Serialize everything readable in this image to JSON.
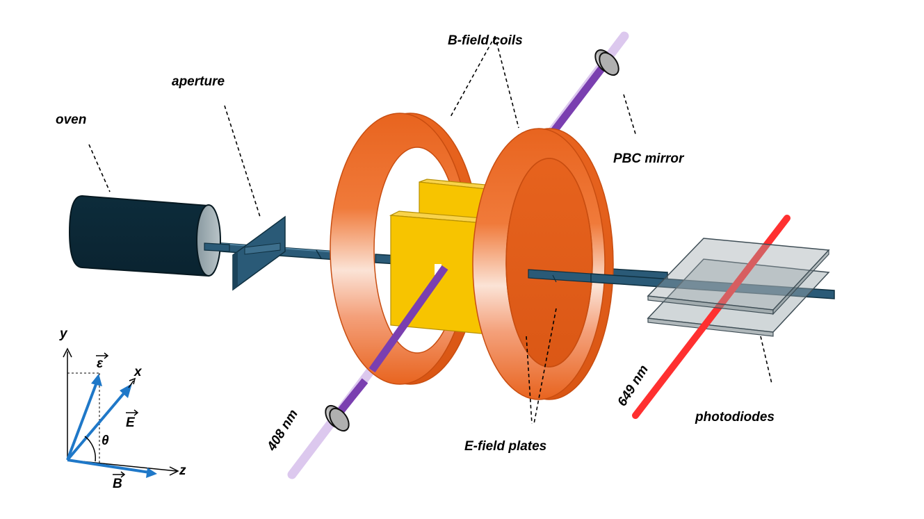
{
  "labels": {
    "oven": "oven",
    "aperture": "aperture",
    "b_field_coils": "B-field coils",
    "pbc_mirror": "PBC mirror",
    "e_field_plates": "E-field plates",
    "photodiodes": "photodiodes",
    "laser_408": "408 nm",
    "laser_649": "649 nm"
  },
  "axes": {
    "y": "y",
    "x": "x",
    "z": "z",
    "epsilon": "ε",
    "E": "E",
    "B": "B",
    "theta": "θ"
  },
  "colors": {
    "oven": "#0f3040",
    "beam": "#2a5a77",
    "coil": "#e8641f",
    "plate": "#f7c400",
    "laser_408": "#7a3fb0",
    "laser_649": "#ff3030",
    "photodiode": "#9aa6ab",
    "vector": "#1f78c8"
  }
}
